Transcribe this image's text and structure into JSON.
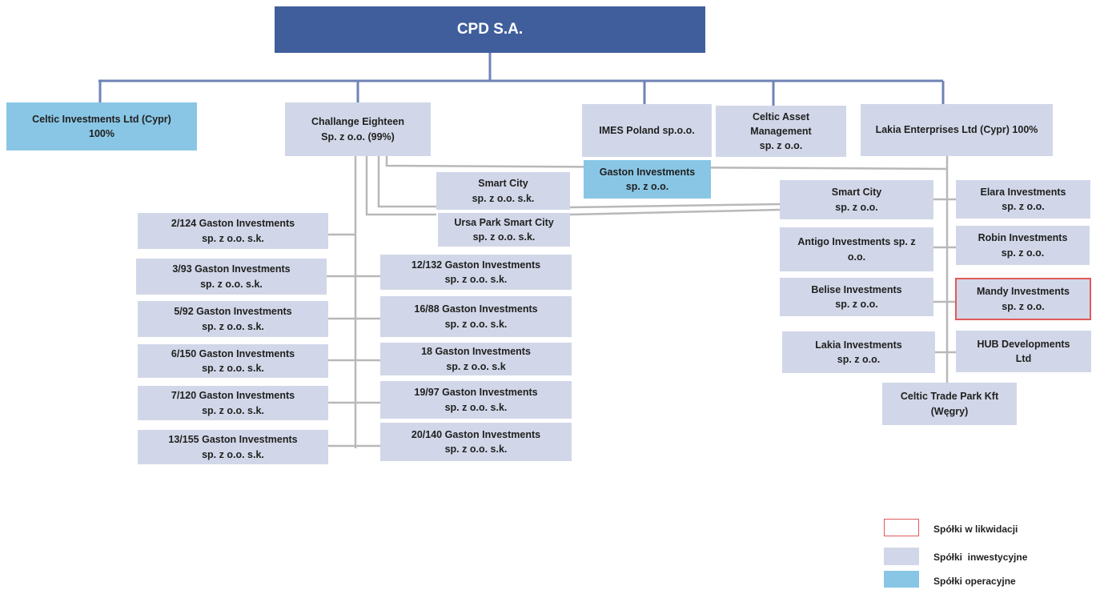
{
  "colors": {
    "root": "#405e9c",
    "investment": "#d1d7e8",
    "operational": "#89c6e5",
    "liquidation_border": "#e05a5a",
    "main_line": "#6f83b6",
    "grey_line": "#b8b8b8"
  },
  "root": {
    "name": "CPD S.A."
  },
  "level1": [
    {
      "id": "celtic-investments",
      "line1": "Celtic Investments Ltd (Cypr)",
      "line2": "100%"
    },
    {
      "id": "challange-eighteen",
      "line1": "Challange Eighteen",
      "line2": "Sp. z o.o. (99%)"
    },
    {
      "id": "imes-poland",
      "line1": "IMES Poland sp.o.o.",
      "line2": ""
    },
    {
      "id": "celtic-asset",
      "line1": "Celtic Asset",
      "line2": "Management",
      "line3": "sp. z o.o."
    },
    {
      "id": "lakia-enterprises",
      "line1": "Lakia Enterprises Ltd (Cypr) 100%",
      "line2": ""
    }
  ],
  "gaston_investments": {
    "line1": "Gaston Investments",
    "line2": "sp. z o.o."
  },
  "challange_children_middle": [
    {
      "line1": "Smart City",
      "line2": "sp. z o.o. s.k."
    },
    {
      "line1": "Ursa Park Smart City",
      "line2": "sp. z o.o. s.k."
    },
    {
      "line1": "12/132 Gaston Investments",
      "line2": "sp. z o.o. s.k."
    },
    {
      "line1": "16/88 Gaston Investments",
      "line2": "sp. z o.o. s.k."
    },
    {
      "line1": "18 Gaston Investments",
      "line2": "sp. z o.o. s.k"
    },
    {
      "line1": "19/97 Gaston Investments",
      "line2": "sp. z o.o. s.k."
    },
    {
      "line1": "20/140 Gaston Investments",
      "line2": "sp. z o.o. s.k."
    }
  ],
  "challange_children_left": [
    {
      "line1": "2/124 Gaston Investments",
      "line2": "sp. z o.o. s.k."
    },
    {
      "line1": "3/93 Gaston Investments",
      "line2": "sp. z o.o. s.k."
    },
    {
      "line1": "5/92 Gaston Investments",
      "line2": "sp. z o.o. s.k."
    },
    {
      "line1": "6/150 Gaston Investments",
      "line2": "sp. z o.o. s.k."
    },
    {
      "line1": "7/120 Gaston Investments",
      "line2": "sp. z o.o. s.k."
    },
    {
      "line1": "13/155 Gaston Investments",
      "line2": "sp. z o.o. s.k."
    }
  ],
  "lakia_children_left": [
    {
      "line1": "Smart City",
      "line2": "sp. z o.o."
    },
    {
      "line1": "Antigo Investments sp. z",
      "line2": "o.o."
    },
    {
      "line1": "Belise Investments",
      "line2": "sp. z o.o."
    },
    {
      "line1": "Lakia Investments",
      "line2": "sp. z o.o."
    }
  ],
  "lakia_children_right": [
    {
      "line1": "Elara Investments",
      "line2": "sp. z o.o."
    },
    {
      "line1": "Robin Investments",
      "line2": "sp. z o.o."
    },
    {
      "line1": "Mandy Investments",
      "line2": "sp. z o.o."
    },
    {
      "line1": "HUB Developments",
      "line2": "Ltd"
    }
  ],
  "celtic_trade_park": {
    "line1": "Celtic Trade Park Kft",
    "line2": "(Węgry)"
  },
  "legend": [
    {
      "type": "liquidation",
      "label": "Spółki w likwidacji"
    },
    {
      "type": "investment",
      "label": "Spółki  inwestycyjne"
    },
    {
      "type": "operational",
      "label": "Spółki operacyjne"
    }
  ]
}
